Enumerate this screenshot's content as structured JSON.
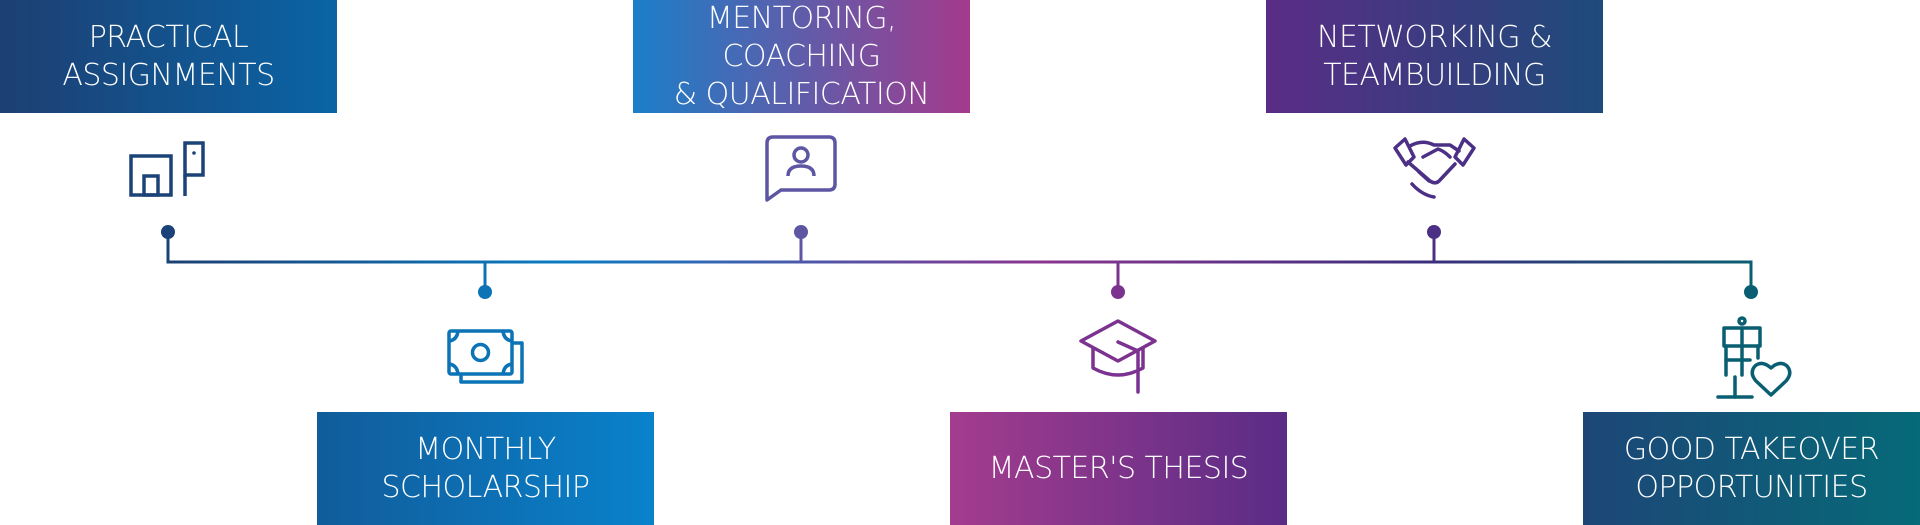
{
  "benefits": [
    {
      "label": "PRACTICAL\nASSIGNMENTS",
      "icon": "office-building-icon",
      "position": "top",
      "gradient": [
        "#1d3f72",
        "#0a64a5"
      ],
      "dot_color": "#1c4377"
    },
    {
      "label": "MONTHLY\nSCHOLARSHIP",
      "icon": "money-bills-icon",
      "position": "bottom",
      "gradient": [
        "#115c9a",
        "#0982cc"
      ],
      "dot_color": "#0b73b6"
    },
    {
      "label": "MENTORING, COACHING\n& QUALIFICATION",
      "icon": "speech-bubble-person-icon",
      "position": "top",
      "gradient": [
        "#1b7fc8",
        "#a43a8c"
      ],
      "dot_color": "#5d56a2"
    },
    {
      "label": "MASTER'S THESIS",
      "icon": "graduation-cap-icon",
      "position": "bottom",
      "gradient": [
        "#a33c8e",
        "#5a2c86"
      ],
      "dot_color": "#7c3390"
    },
    {
      "label": "NETWORKING &\nTEAMBUILDING",
      "icon": "handshake-icon",
      "position": "top",
      "gradient": [
        "#5a2c86",
        "#1d4b7a"
      ],
      "dot_color": "#4c3085"
    },
    {
      "label": "GOOD TAKEOVER\nOPPORTUNITIES",
      "icon": "gift-heart-icon",
      "position": "bottom",
      "gradient": [
        "#1d4677",
        "#066a78"
      ],
      "dot_color": "#0a5e72"
    }
  ],
  "timeline_gradient": [
    "#1d3f72",
    "#0a7cc2",
    "#8a3590",
    "#3a2f7c",
    "#0b5e72"
  ]
}
